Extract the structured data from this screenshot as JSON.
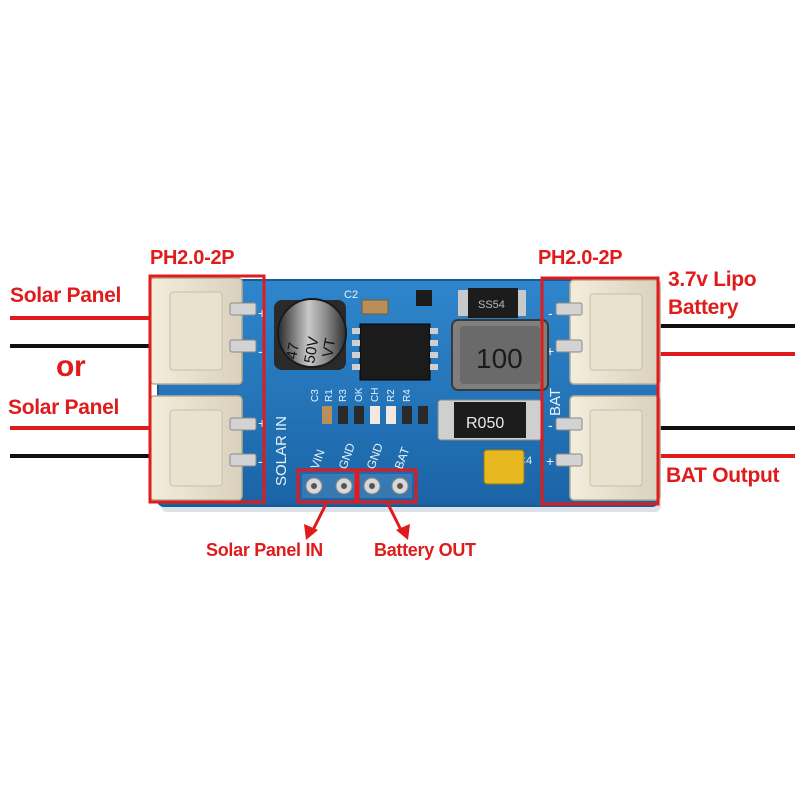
{
  "labels": {
    "left_connector": "PH2.0-2P",
    "right_connector": "PH2.0-2P",
    "solar_panel_1": "Solar Panel",
    "or": "or",
    "solar_panel_2": "Solar Panel",
    "lipo_line1": "3.7v Lipo",
    "lipo_line2": "Battery",
    "bat_output": "BAT Output",
    "solar_panel_in": "Solar Panel IN",
    "battery_out": "Battery OUT"
  },
  "board": {
    "solar_in": "SOLAR IN",
    "bat": "BAT",
    "pin_vin": "VIN",
    "pin_gnd1": "GND",
    "pin_gnd2": "GND",
    "pin_bat": "BAT",
    "cap_line1": "47",
    "cap_line2": "50V",
    "cap_line3": "VT",
    "c2": "C2",
    "c3": "C3",
    "c4": "C4",
    "r1": "R1",
    "r3": "R3",
    "ok": "OK",
    "ch": "CH",
    "r2": "R2",
    "r4": "R4",
    "diode": "SS54",
    "inductor": "100",
    "resistor": "R050",
    "plus": "+",
    "minus": "-"
  },
  "colors": {
    "callout": "#e01b1b",
    "board": "#1f74b8",
    "wire_red": "#e01b1b",
    "wire_black": "#111111"
  }
}
